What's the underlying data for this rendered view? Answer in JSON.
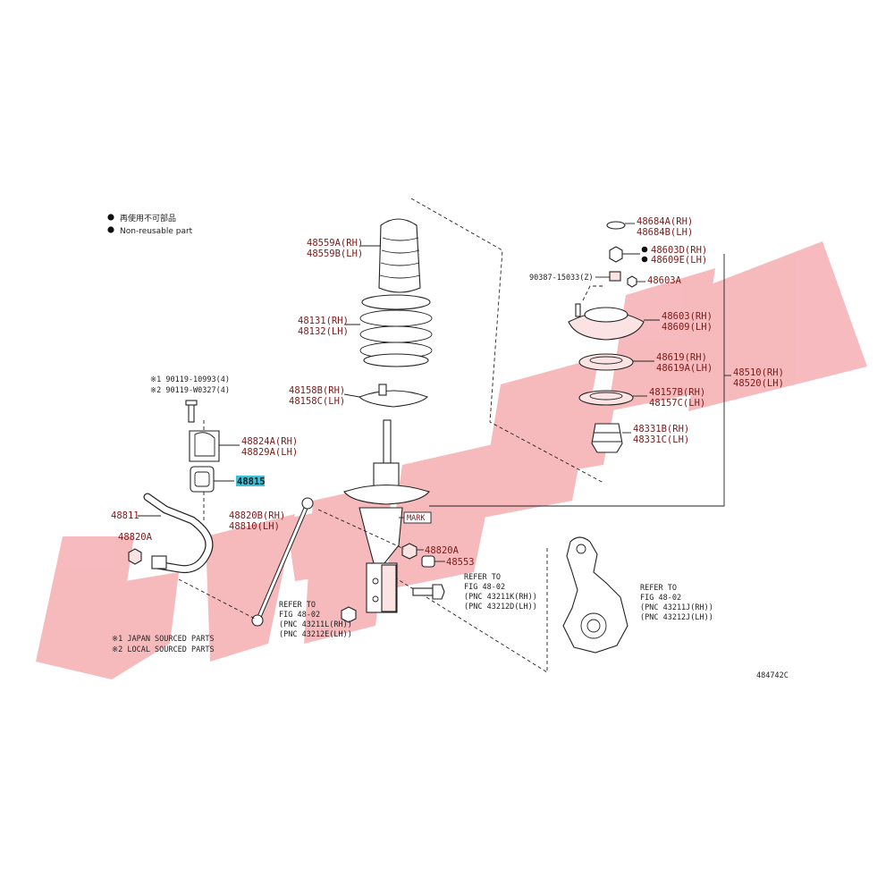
{
  "legend": {
    "item1": "再使用不可部品",
    "item2": "Non-reusable part"
  },
  "notes": {
    "bolt1": "※1 90119-10993(4)",
    "bolt2": "※2 90119-W0327(4)",
    "japan": "※1 JAPAN SOURCED PARTS",
    "local": "※2 LOCAL SOURCED PARTS"
  },
  "parts": {
    "p48559": "48559A(RH)",
    "p48559b": "48559B(LH)",
    "p48131": "48131(RH)",
    "p48132": "48132(LH)",
    "p48158b": "48158B(RH)",
    "p48158c": "48158C(LH)",
    "p48824": "48824A(RH)",
    "p48829": "48829A(LH)",
    "p48815": "48815",
    "p48811": "48811",
    "p48820a_left": "48820A",
    "p48820b": "48820B(RH)",
    "p48810": "48810(LH)",
    "mark": "MARK",
    "p48820a_mid": "48820A",
    "p48553": "48553",
    "p48684a": "48684A(RH)",
    "p48684b": "48684B(LH)",
    "p48603d": "48603D(RH)",
    "p48609e": "48609E(LH)",
    "p90387": "90387-15033(Z)",
    "p48603a": "48603A",
    "p48603": "48603(RH)",
    "p48609": "48609(LH)",
    "p48619": "48619(RH)",
    "p48619a": "48619A(LH)",
    "p48157b": "48157B(RH)",
    "p48157c": "48157C(LH)",
    "p48331b": "48331B(RH)",
    "p48331c": "48331C(LH)",
    "p48510": "48510(RH)",
    "p48520": "48520(LH)"
  },
  "refs": {
    "left": {
      "l1": "REFER TO",
      "l2": "FIG 48-02",
      "l3": "(PNC 43211L(RH))",
      "l4": "(PNC 43212E(LH))"
    },
    "mid": {
      "l1": "REFER TO",
      "l2": "FIG 48-02",
      "l3": "(PNC 43211K(RH))",
      "l4": "(PNC 43212D(LH))"
    },
    "right": {
      "l1": "REFER TO",
      "l2": "FIG 48-02",
      "l3": "(PNC 43211J(RH))",
      "l4": "(PNC 43212J(LH))"
    }
  },
  "diagram_id": "484742C",
  "colors": {
    "watermark": "#f4a3a8",
    "part_number": "#7a1a1a",
    "highlight": "#3ec1d8"
  }
}
